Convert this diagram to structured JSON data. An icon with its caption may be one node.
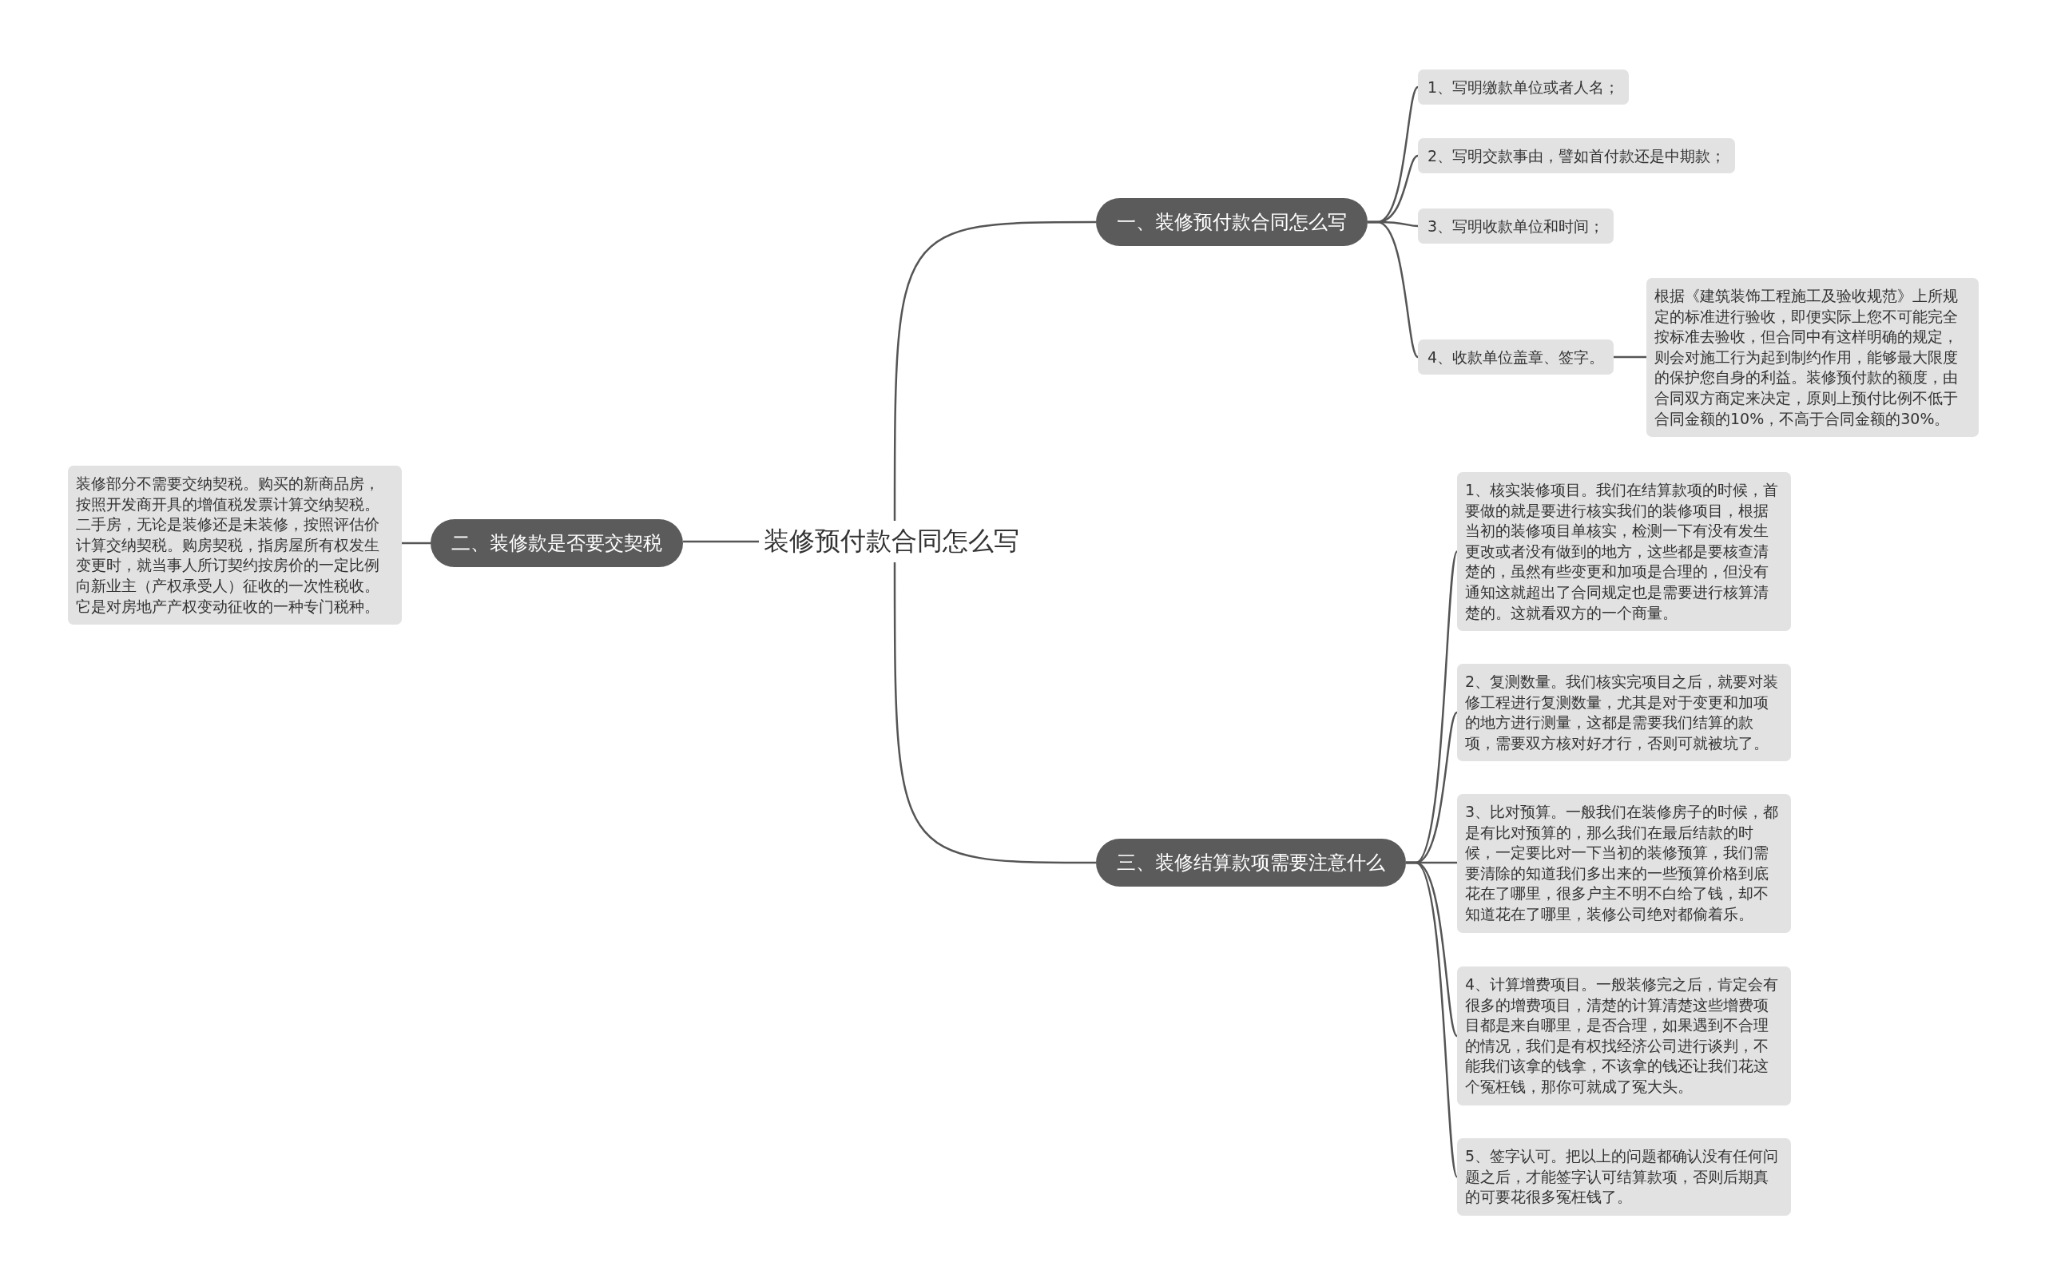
{
  "diagram": {
    "nodes": [
      {
        "text": [
          "装修预付款合同怎么写"
        ]
      },
      {
        "text": [
          "一、装修预付款合同怎么写"
        ]
      },
      {
        "text": [
          "1、写明缴款单位或者人名；"
        ]
      },
      {
        "text": [
          "2、写明交款事由，譬如首付款还是中期款；"
        ]
      },
      {
        "text": [
          "3、写明收款单位和时间；"
        ]
      },
      {
        "text": [
          "4、收款单位盖章、签字。"
        ]
      },
      {
        "text": [
          "根据《建筑装饰工程施工及验收规范》上所规定的标准进行验收，即便实际上您不可能完全按标准去验收，但合同中有这样明确的规定，则会对施工行为起到制约作用，能够最大限度的保护您自身的利益。装修预付款的额度，由合同双方商定来决定，原则上预付比例不低于合同金额的10%，不高于合同金额的30%。"
        ]
      },
      {
        "text": [
          "二、装修款是否要交契税"
        ]
      },
      {
        "text": [
          "装修部分不需要交纳契税。购买的新商品房，按照开发商开具的增值税发票计算交纳契税。二手房，无论是装修还是未装修，按照评估价计算交纳契税。购房契税，指房屋所有权发生变更时，就当事人所订契约按房价的一定比例向新业主（产权承受人）征收的一次性税收。它是对房地产产权变动征收的一种专门税种。"
        ]
      },
      {
        "text": [
          "三、装修结算款项需要注意什么"
        ]
      },
      {
        "text": [
          "1、核实装修项目。我们在结算款项的时候，首要做的就是要进行核实我们的装修项目，根据当初的装修项目单核实，检测一下有没有发生更改或者没有做到的地方，这些都是要核查清楚的，虽然有些变更和加项是合理的，但没有通知这就超出了合同规定也是需要进行核算清楚的。这就看双方的一个商量。"
        ]
      },
      {
        "text": [
          "2、复测数量。我们核实完项目之后，就要对装修工程进行复测数量，尤其是对于变更和加项的地方进行测量，这都是需要我们结算的款项，需要双方核对好才行，否则可就被坑了。"
        ]
      },
      {
        "text": [
          "3、比对预算。一般我们在装修房子的时候，都是有比对预算的，那么我们在最后结款的时候，一定要比对一下当初的装修预算，我们需要清除的知道我们多出来的一些预算价格到底花在了哪里，很多户主不明不白给了钱，却不知道花在了哪里，装修公司绝对都偷着乐。"
        ]
      },
      {
        "text": [
          "4、计算增费项目。一般装修完之后，肯定会有很多的增费项目，清楚的计算清楚这些增费项目都是来自哪里，是否合理，如果遇到不合理的情况，我们是有权找经济公司进行谈判，不能我们该拿的钱拿，不该拿的钱还让我们花这个冤枉钱，那你可就成了冤大头。"
        ]
      },
      {
        "text": [
          "5、签字认可。把以上的问题都确认没有任何问题之后，才能签字认可结算款项，否则后期真的可要花很多冤枉钱了。"
        ]
      }
    ],
    "edges": [
      {
        "from": 0,
        "to": 1,
        "arrow": "none"
      },
      {
        "from": 1,
        "to": 2,
        "arrow": "none"
      },
      {
        "from": 1,
        "to": 3,
        "arrow": "none"
      },
      {
        "from": 1,
        "to": 4,
        "arrow": "none"
      },
      {
        "from": 1,
        "to": 5,
        "arrow": "none"
      },
      {
        "from": 5,
        "to": 6,
        "arrow": "none"
      },
      {
        "from": 0,
        "to": 7,
        "arrow": "none"
      },
      {
        "from": 7,
        "to": 8,
        "arrow": "none"
      },
      {
        "from": 0,
        "to": 9,
        "arrow": "none"
      },
      {
        "from": 9,
        "to": 10,
        "arrow": "none"
      },
      {
        "from": 9,
        "to": 11,
        "arrow": "none"
      },
      {
        "from": 9,
        "to": 12,
        "arrow": "none"
      },
      {
        "from": 9,
        "to": 13,
        "arrow": "none"
      },
      {
        "from": 9,
        "to": 14,
        "arrow": "none"
      }
    ]
  }
}
